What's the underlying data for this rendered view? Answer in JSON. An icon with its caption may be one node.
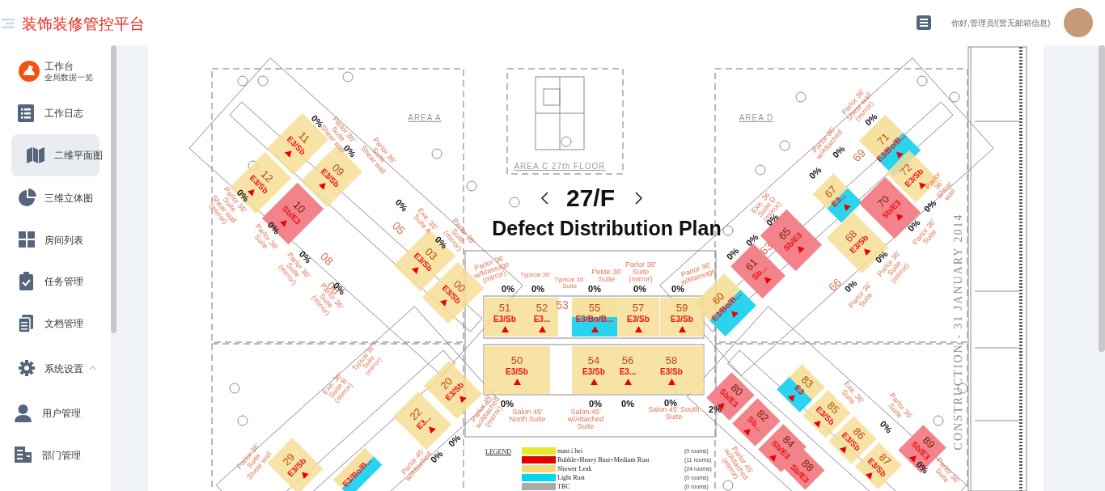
{
  "diagram": {
    "title": "Defect Distribution Plan",
    "nodes": [
      {
        "text": [
          "11",
          "E3/Sb"
        ]
      },
      {
        "text": [
          "09",
          "E3/Sb"
        ]
      },
      {
        "text": [
          "12",
          "E3/Sb"
        ]
      },
      {
        "text": [
          "10",
          "Sb/E3"
        ]
      },
      {
        "text": [
          "03",
          "E3/Sb"
        ]
      },
      {
        "text": [
          "00",
          "E3/Sb"
        ]
      },
      {
        "text": [
          "71",
          "E3/Bo/B..."
        ]
      },
      {
        "text": [
          "72",
          "E3/Sb"
        ]
      },
      {
        "text": [
          "67",
          "E3..."
        ]
      },
      {
        "text": [
          "70",
          "Sb/E3"
        ]
      },
      {
        "text": [
          "68",
          "E3/Sb"
        ]
      },
      {
        "text": [
          "65",
          "Sb/E3"
        ]
      },
      {
        "text": [
          "61",
          "Sb..."
        ]
      },
      {
        "text": [
          "60",
          "E3/Bo/B..."
        ]
      },
      {
        "text": [
          "51",
          "E3/Sb"
        ]
      },
      {
        "text": [
          "52",
          "E3..."
        ]
      },
      {
        "text": [
          "55",
          "E3/Bo/B..."
        ]
      },
      {
        "text": [
          "57",
          "E3/Sb"
        ]
      },
      {
        "text": [
          "59",
          "E3/Sb"
        ]
      },
      {
        "text": [
          "50",
          "E3/Sb"
        ]
      },
      {
        "text": [
          "54",
          "E3/Sb"
        ]
      },
      {
        "text": [
          "56",
          "E3..."
        ]
      },
      {
        "text": [
          "58",
          "E3/Sb"
        ]
      },
      {
        "text": [
          "20",
          "E3/Sb"
        ]
      },
      {
        "text": [
          "22",
          "E3..."
        ]
      },
      {
        "text": [
          "29",
          "E3/Sb"
        ]
      },
      {
        "text": [
          "E3/Bo/B..."
        ]
      },
      {
        "text": [
          "80",
          "Sb/E3"
        ]
      },
      {
        "text": [
          "82",
          "Sb..."
        ]
      },
      {
        "text": [
          "83",
          "E3"
        ]
      },
      {
        "text": [
          "85",
          "E3/Sb"
        ]
      },
      {
        "text": [
          "84",
          "Sb/E3"
        ]
      },
      {
        "text": [
          "86",
          "E3/Sb"
        ]
      },
      {
        "text": [
          "87",
          "E3/Sb"
        ]
      },
      {
        "text": [
          "88",
          "Sb/E3"
        ]
      },
      {
        "text": [
          "89",
          "Sb/E3"
        ]
      }
    ],
    "labels": [
      "装饰装修管控平台",
      "工作台",
      "全局数据一览",
      "工作日志",
      "二维平面图",
      "三维立体图",
      "房间列表",
      "任务管理",
      "文档管理",
      "系统设置",
      "用户管理",
      "部门管理",
      "你好,管理员!(暂无邮箱信息)",
      "AREA A",
      "AREA C 27th FLOOR",
      "AREA D",
      "27/F",
      "LEGEND",
      "(0 rooms)",
      "(11 rooms)",
      "(24 rooms)",
      "(0 rooms)",
      "(0 rooms)",
      "CONSTRUCTION - 31 JANUARY 2014",
      "Parlor 36' w/Massage (mirror)",
      "0%",
      "Typical 36'",
      "0%",
      "Typical 36' Suite",
      "Petite 36' Suite",
      "0%",
      "Parlor 36' Suite (mirror)",
      "0%",
      "Parlor 36' w/Massage",
      "0%",
      "0%",
      "Salon 45' North Suite",
      "0%",
      "Salon 45' w/Attached Suite",
      "0%",
      "Salon 45' South Suite",
      "0%",
      "2%",
      "53",
      "05",
      "08",
      "06",
      "69",
      "63",
      "66",
      "0%",
      "0%",
      "0%",
      "0%",
      "0%",
      "0%",
      "0%",
      "0%",
      "0%",
      "0%",
      "0%",
      "0%",
      "0%",
      "0%",
      "0%",
      "0%",
      "0%",
      "0%",
      "0%",
      "0%",
      "0%",
      "0%",
      "Parlor 36' Suite Shear wall",
      "Parlor 36' Suite Shear wall",
      "Parlor 36' Suite Shear wall (mirror)",
      "Parlor 36' Suite",
      "Exe. 36' Suite A",
      "Parlor 36' Suite (mirror)",
      "Parlor 36' Suite (mirror)",
      "Parlor 36' Suite (mirror)",
      "Parlor 36' Shear wall (mirror)",
      "Parlor 36' w/Attached",
      "Exe. 36' Suite D (mirror)",
      "Parlor 36' Shear wall",
      "Parlor 36' Suite",
      "Parlor 36' Suite (mirror)",
      "Parlor 36' Suite",
      "Typical 36' Suite (mirror)",
      "Exe. 36' Suite B (mirror)",
      "Parlor 45' w/Attached (mirror)",
      "Parlor 36' Suite Shear wall",
      "Parlor 45' w/Attached",
      "Parlor 45' w/Attached (mirror)",
      "Exe. 36' Suite",
      "Parlor 36' Suite",
      "Parlor 36' Suite"
    ],
    "legend": [
      {
        "text": "mast i hei",
        "color": "#e8e826"
      },
      {
        "text": "Bubble+Heavy Rust+Medium Rust",
        "color": "#e00000"
      },
      {
        "text": "Shower Leak",
        "color": "#f5d878"
      },
      {
        "text": "Light Rust",
        "color": "#00d8f0"
      },
      {
        "text": "TBC",
        "color": "#aaaaaa"
      }
    ]
  }
}
